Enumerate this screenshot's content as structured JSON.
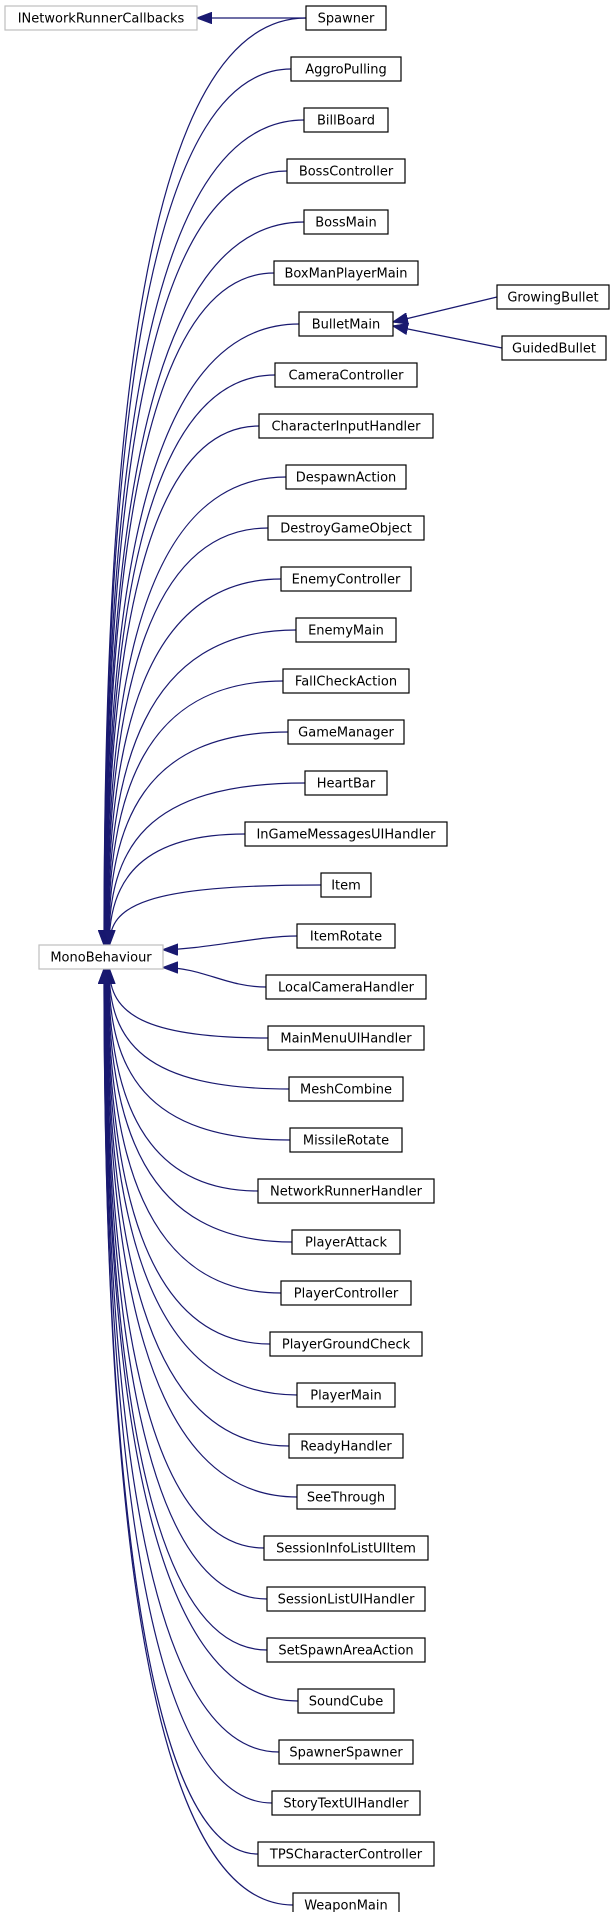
{
  "diagram": {
    "edge_color": "#191970",
    "node_border_color": "#000000",
    "external_node_border_color": "#bfbfbf",
    "nodes": [
      {
        "id": "INetworkRunnerCallbacks",
        "label": "INetworkRunnerCallbacks",
        "external": true
      },
      {
        "id": "MonoBehaviour",
        "label": "MonoBehaviour",
        "external": true
      },
      {
        "id": "Spawner",
        "label": "Spawner"
      },
      {
        "id": "AggroPulling",
        "label": "AggroPulling"
      },
      {
        "id": "BillBoard",
        "label": "BillBoard"
      },
      {
        "id": "BossController",
        "label": "BossController"
      },
      {
        "id": "BossMain",
        "label": "BossMain"
      },
      {
        "id": "BoxManPlayerMain",
        "label": "BoxManPlayerMain"
      },
      {
        "id": "BulletMain",
        "label": "BulletMain"
      },
      {
        "id": "GrowingBullet",
        "label": "GrowingBullet"
      },
      {
        "id": "GuidedBullet",
        "label": "GuidedBullet"
      },
      {
        "id": "CameraController",
        "label": "CameraController"
      },
      {
        "id": "CharacterInputHandler",
        "label": "CharacterInputHandler"
      },
      {
        "id": "DespawnAction",
        "label": "DespawnAction"
      },
      {
        "id": "DestroyGameObject",
        "label": "DestroyGameObject"
      },
      {
        "id": "EnemyController",
        "label": "EnemyController"
      },
      {
        "id": "EnemyMain",
        "label": "EnemyMain"
      },
      {
        "id": "FallCheckAction",
        "label": "FallCheckAction"
      },
      {
        "id": "GameManager",
        "label": "GameManager"
      },
      {
        "id": "HeartBar",
        "label": "HeartBar"
      },
      {
        "id": "InGameMessagesUIHandler",
        "label": "InGameMessagesUIHandler"
      },
      {
        "id": "Item",
        "label": "Item"
      },
      {
        "id": "ItemRotate",
        "label": "ItemRotate"
      },
      {
        "id": "LocalCameraHandler",
        "label": "LocalCameraHandler"
      },
      {
        "id": "MainMenuUIHandler",
        "label": "MainMenuUIHandler"
      },
      {
        "id": "MeshCombine",
        "label": "MeshCombine"
      },
      {
        "id": "MissileRotate",
        "label": "MissileRotate"
      },
      {
        "id": "NetworkRunnerHandler",
        "label": "NetworkRunnerHandler"
      },
      {
        "id": "PlayerAttack",
        "label": "PlayerAttack"
      },
      {
        "id": "PlayerController",
        "label": "PlayerController"
      },
      {
        "id": "PlayerGroundCheck",
        "label": "PlayerGroundCheck"
      },
      {
        "id": "PlayerMain",
        "label": "PlayerMain"
      },
      {
        "id": "ReadyHandler",
        "label": "ReadyHandler"
      },
      {
        "id": "SeeThrough",
        "label": "SeeThrough"
      },
      {
        "id": "SessionInfoListUIItem",
        "label": "SessionInfoListUIItem"
      },
      {
        "id": "SessionListUIHandler",
        "label": "SessionListUIHandler"
      },
      {
        "id": "SetSpawnAreaAction",
        "label": "SetSpawnAreaAction"
      },
      {
        "id": "SoundCube",
        "label": "SoundCube"
      },
      {
        "id": "SpawnerSpawner",
        "label": "SpawnerSpawner"
      },
      {
        "id": "StoryTextUIHandler",
        "label": "StoryTextUIHandler"
      },
      {
        "id": "TPSCharacterController",
        "label": "TPSCharacterController"
      },
      {
        "id": "WeaponMain",
        "label": "WeaponMain"
      }
    ],
    "edges": [
      {
        "from": "Spawner",
        "to": "INetworkRunnerCallbacks"
      },
      {
        "from": "Spawner",
        "to": "MonoBehaviour"
      },
      {
        "from": "AggroPulling",
        "to": "MonoBehaviour"
      },
      {
        "from": "BillBoard",
        "to": "MonoBehaviour"
      },
      {
        "from": "BossController",
        "to": "MonoBehaviour"
      },
      {
        "from": "BossMain",
        "to": "MonoBehaviour"
      },
      {
        "from": "BoxManPlayerMain",
        "to": "MonoBehaviour"
      },
      {
        "from": "BulletMain",
        "to": "MonoBehaviour"
      },
      {
        "from": "GrowingBullet",
        "to": "BulletMain"
      },
      {
        "from": "GuidedBullet",
        "to": "BulletMain"
      },
      {
        "from": "CameraController",
        "to": "MonoBehaviour"
      },
      {
        "from": "CharacterInputHandler",
        "to": "MonoBehaviour"
      },
      {
        "from": "DespawnAction",
        "to": "MonoBehaviour"
      },
      {
        "from": "DestroyGameObject",
        "to": "MonoBehaviour"
      },
      {
        "from": "EnemyController",
        "to": "MonoBehaviour"
      },
      {
        "from": "EnemyMain",
        "to": "MonoBehaviour"
      },
      {
        "from": "FallCheckAction",
        "to": "MonoBehaviour"
      },
      {
        "from": "GameManager",
        "to": "MonoBehaviour"
      },
      {
        "from": "HeartBar",
        "to": "MonoBehaviour"
      },
      {
        "from": "InGameMessagesUIHandler",
        "to": "MonoBehaviour"
      },
      {
        "from": "Item",
        "to": "MonoBehaviour"
      },
      {
        "from": "ItemRotate",
        "to": "MonoBehaviour"
      },
      {
        "from": "LocalCameraHandler",
        "to": "MonoBehaviour"
      },
      {
        "from": "MainMenuUIHandler",
        "to": "MonoBehaviour"
      },
      {
        "from": "MeshCombine",
        "to": "MonoBehaviour"
      },
      {
        "from": "MissileRotate",
        "to": "MonoBehaviour"
      },
      {
        "from": "NetworkRunnerHandler",
        "to": "MonoBehaviour"
      },
      {
        "from": "PlayerAttack",
        "to": "MonoBehaviour"
      },
      {
        "from": "PlayerController",
        "to": "MonoBehaviour"
      },
      {
        "from": "PlayerGroundCheck",
        "to": "MonoBehaviour"
      },
      {
        "from": "PlayerMain",
        "to": "MonoBehaviour"
      },
      {
        "from": "ReadyHandler",
        "to": "MonoBehaviour"
      },
      {
        "from": "SeeThrough",
        "to": "MonoBehaviour"
      },
      {
        "from": "SessionInfoListUIItem",
        "to": "MonoBehaviour"
      },
      {
        "from": "SessionListUIHandler",
        "to": "MonoBehaviour"
      },
      {
        "from": "SetSpawnAreaAction",
        "to": "MonoBehaviour"
      },
      {
        "from": "SoundCube",
        "to": "MonoBehaviour"
      },
      {
        "from": "SpawnerSpawner",
        "to": "MonoBehaviour"
      },
      {
        "from": "StoryTextUIHandler",
        "to": "MonoBehaviour"
      },
      {
        "from": "TPSCharacterController",
        "to": "MonoBehaviour"
      },
      {
        "from": "WeaponMain",
        "to": "MonoBehaviour"
      }
    ]
  }
}
